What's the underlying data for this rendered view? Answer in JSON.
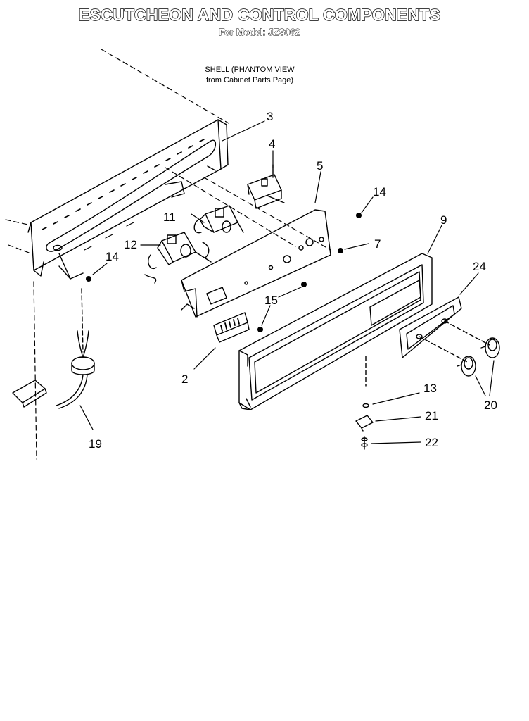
{
  "page": {
    "title": "ESCUTCHEON AND CONTROL COMPONENTS",
    "model_line": "For Model: JZS062"
  },
  "note": {
    "line1": "SHELL (PHANTOM VIEW",
    "line2": "from Cabinet Parts Page)"
  },
  "callouts": {
    "c2": "2",
    "c3": "3",
    "c4": "4",
    "c5": "5",
    "c7": "7",
    "c9": "9",
    "c11": "11",
    "c12": "12",
    "c13": "13",
    "c14a": "14",
    "c14b": "14",
    "c15": "15",
    "c19": "19",
    "c20": "20",
    "c21": "21",
    "c22": "22",
    "c24": "24"
  }
}
